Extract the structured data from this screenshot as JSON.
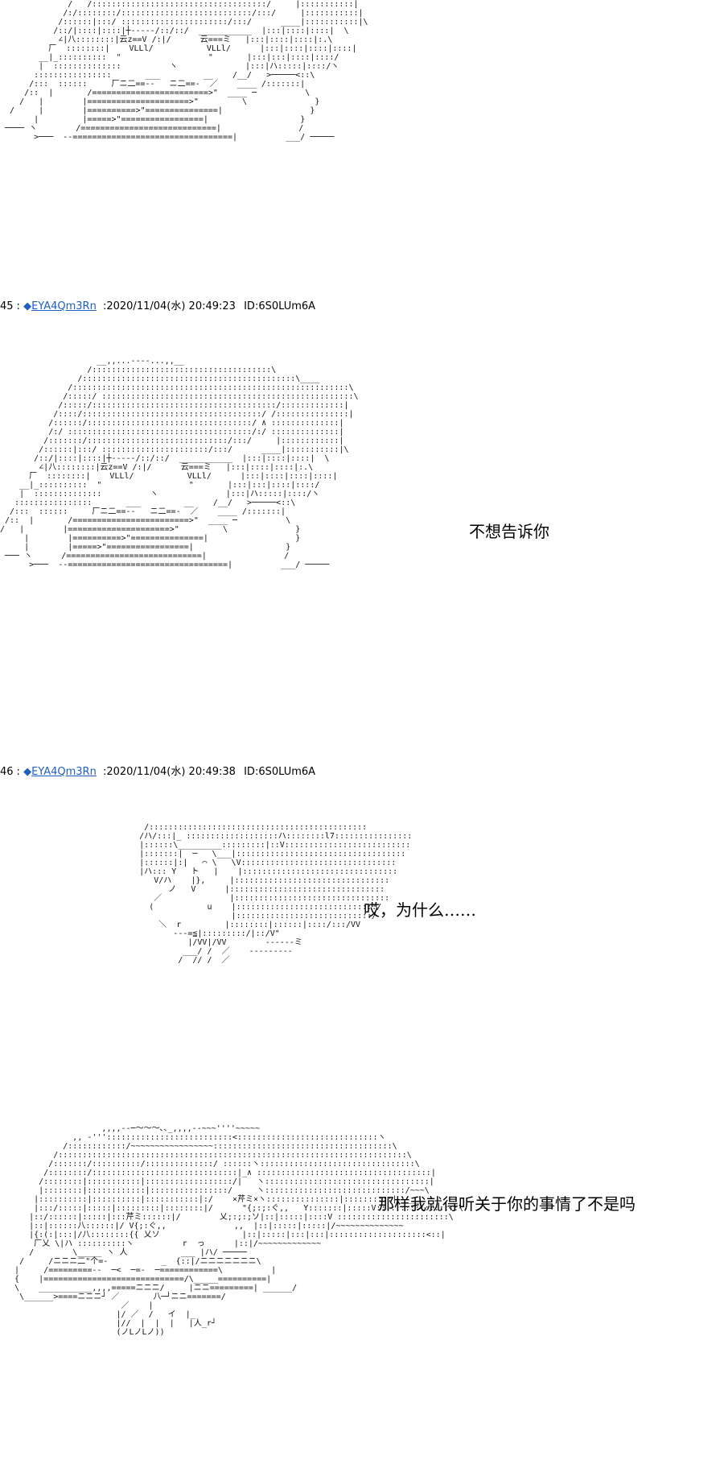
{
  "posts": [
    {
      "number": "45",
      "separator": ":",
      "diamond": "◆",
      "trip": "EYA4Qm3Rn",
      "date": ":2020/11/04(水) 20:49:23",
      "id": "ID:6S0LUm6A"
    },
    {
      "number": "46",
      "separator": ":",
      "diamond": "◆",
      "trip": "EYA4Qm3Rn",
      "date": ":2020/11/04(水) 20:49:38",
      "id": "ID:6S0LUm6A"
    }
  ],
  "dialogue": [
    "不想告诉你",
    "哎，为什么……",
    "那样我就得听关于你的事情了不是吗"
  ],
  "ascii_art": [
    "              /   /::::::::::::::::::::::::::::::::::::/     |:::::::::::|\n             /:/::::::::/:::::::::::::::::::::::::::/:::/     |:::::::::::|\n            /::::::|:::/ ::::::::::::::::::::::/:::/      ____|:::::::::::|\\\n           /::/|::::|::::|┼-----/::/::/  ___________  |:::|::::|::::|  \\\n            ∠|八::::::::|云z==V /:|/      云===ミ   |:::|::::|::::|:.\\\n          厂  ::::::::|    VLLl/           VLLl/      |:::|::::|::::|::::|\n        __|_::::::::::  \"                  \"       |:::|:::|::::|::::/\n        |  ::::::::::::::          ヽ              |:::|ハ:::::|::::/ヽ\n       ::::::::::::::::       ___         __    /__/   >─────<::\\\n      /:::  ::::::     厂ニ二==--   ニ二==-  ／    ____ /:::::::|\n     /::  |       /========================>\"  ____ ─          \\\n    /   |        |=====================>\"         \\              }\n  /     |        |==========>\"===============|                  }\n       |         |=====>\"=================|                   }\n ──── ヽ        /============================|                /\n       >───  --=================================|          ___/ ─────",
    "                    __,,...----...,,__\n                  /:::::::::::::::::::::::::::::::::::::\\\n                /::::::::::::::::::::::::::::::::::::::::::::\\____\n              /:::::::::::::::::::::::::::::::::::::::::::::::::::::::::\\\n             /:::::/ ::::::::::::::::::::::::::::::::::::::::::::::::::::\\\n            /:::::/::::::::::::::::::::::::::::::::::::::/:::::::::::::|\n           /::::/:::::::::::::::::::::::::::::::::::::/ /:::::::::::::::|\n          /::::::/::::::::::::::::::::::::::::::::::/ ∧ ::::::::::::::|\n          /:/ ::::::::::::::::::::::::::::::::::::::/:/ ::::::::::::::|\n         /:::::::/:::::::::::::::::::::::::::::/:::/     |::::::::::::|\n        /::::::|:::/ ::::::::::::::::::::::/:::/      ____|:::::::::::|\\\n       /::/|::::|::::|┼-----/::/::/  ___________  |:::|::::|::::|  \\\n        ∠|八::::::::|云z==V /:|/      云===ミ   |:::|::::|::::|:.\\\n      厂  ::::::::|    VLLl/           VLLl/      |:::|::::|::::|::::|\n    __|_::::::::::  \"                  \"       |:::|:::|::::|::::/\n    |  ::::::::::::::          ヽ              |:::|ハ:::::|::::/ヽ\n   ::::::::::::::::       ___         __    /__/   >─────<::\\\n  /:::  ::::::     厂ニ二==--   ニ二==-  ／    ____ /:::::::|\n /::  |       /========================>\"  ____ ─          \\\n/   |        |=====================>\"         \\              }\n     |        |==========>\"===============|                  }\n     |        |=====>\"=================|                   }\n ─── ヽ      /============================|                /\n      >───  --=================================|          ___/ ─────",
    "         /:::::::::::::::::::::::::::::::::::::::::::::\n        /ハ/:::|_ :::::::::::::::::::ハ::::::::l7::::::::::::::::\n        |::::::\\_________:::::::::|::V::::::::::::::::::::::::::\n        |:::::::|  ─   \\___|:::::::::::::::::::::::::::::::::::\n        |::::::|:|   ⌒ \\   \\V::::::::::::::::::::::::::::::::\n        |ハ::: Y   ト   |    |::::::::::::::::::::::::::::::::\n           V/ハ    |},     |::::::::::::::::::::::::::::::::\n              ノ   V      |::::::::::::::::::::::::::::::::\n           ／              |::::::::::::::::::::::::::::::::\n          (           u    |:::::::::::::::::::::::::::::/\n                           |::::::::::::::::::::::::::::/\n            ＼  r         |::::::::|::::::|::::/:::/VV\n               ---=≦|:::::::::/|::/V\"\n                  |/VV|/VV        ------ミ\n                 ___/ /  ／    ---------\n                /  // /  ／",
    "                     ,,,,--─～～～､､_,,,,--~~~''''~~~~~\n               ,, -'''::::::::::::::::::::::::::<:::::::::::::::::::::::::::::ヽ\n             /::::::::::::/~~~~~~~~~~~~~~~~~:::::::::::::::::::::::::::::::::::::\\\n           /::::::::::::::::::::::::::::::::::::::::::::::::::::::::::::::::::::::::\\\n          /:::::::/::::::::::/::::::::::::::/ ::::::ヽ::::::::::::::::::::::::::::::::\\\n         /::::::::/::::::::::::::::::::::::::::::|_∧ ::::::::::::::::::::::::::::::::::::|\n        /::::::::|:::::::::::|::::::::::::::::::/|   ヽ::::::::::::::::::::::::::::::::::|\n        |::::::::|::::::::::::|::::::::::::::::/     ヽ:::::::::::::::::::::::::::::/~~~\\\n       |::::::::::|::::::::::|:::::::::::|:/    ×芹ミ×ヽ:::::::::::::::|::::::::::|_____\n       |:::/:::::|:::::|:::::::::|::::::::|/      \"{;:;:ぐ,,   Y:::::::|:::::V:::::::::::::::::\\\n      |::/::::::|:::::|:::芹ミ::::::|/        乂;:;:;ソ|::|:::::|::::V :::::::::::::::::::::::\\\n      |::|::::::八::::::|/ V{;:ぐ,,              ,,  |::|:::::|:::::|/~~~~~~~~~~~~~~\n      |{:(:|:::|/八::::::::{{ 乂ソ                 |::|:::::|:::|:::|::::::::::::::::::::<::|\n       厂乂 \\|ハ ::::::::::ヽ          r  っ      |::|/~~~~~~~~~~~~~\n      /        \\_____ ヽ 人           ___ |ハ/ ─────\n    /     /ニニニ二\"个=-           _  {::|/ニニニニニニニ\\\n   |     /=========--  ─<  ─=-  ─============\\          |\n   {    |=============================/\\_____==========|\n   \\    ___________,,,,=====ニニニ/     |ニニ=========| ______/\n    \\______>====ニニニ┘ ／       八─┘ニニ=======/\n                         ／    |\n                        |/ ／  /   イ  |_\n                        |//  |  |  |   |人_r┘\n                        (ノLノLノ))"
  ]
}
